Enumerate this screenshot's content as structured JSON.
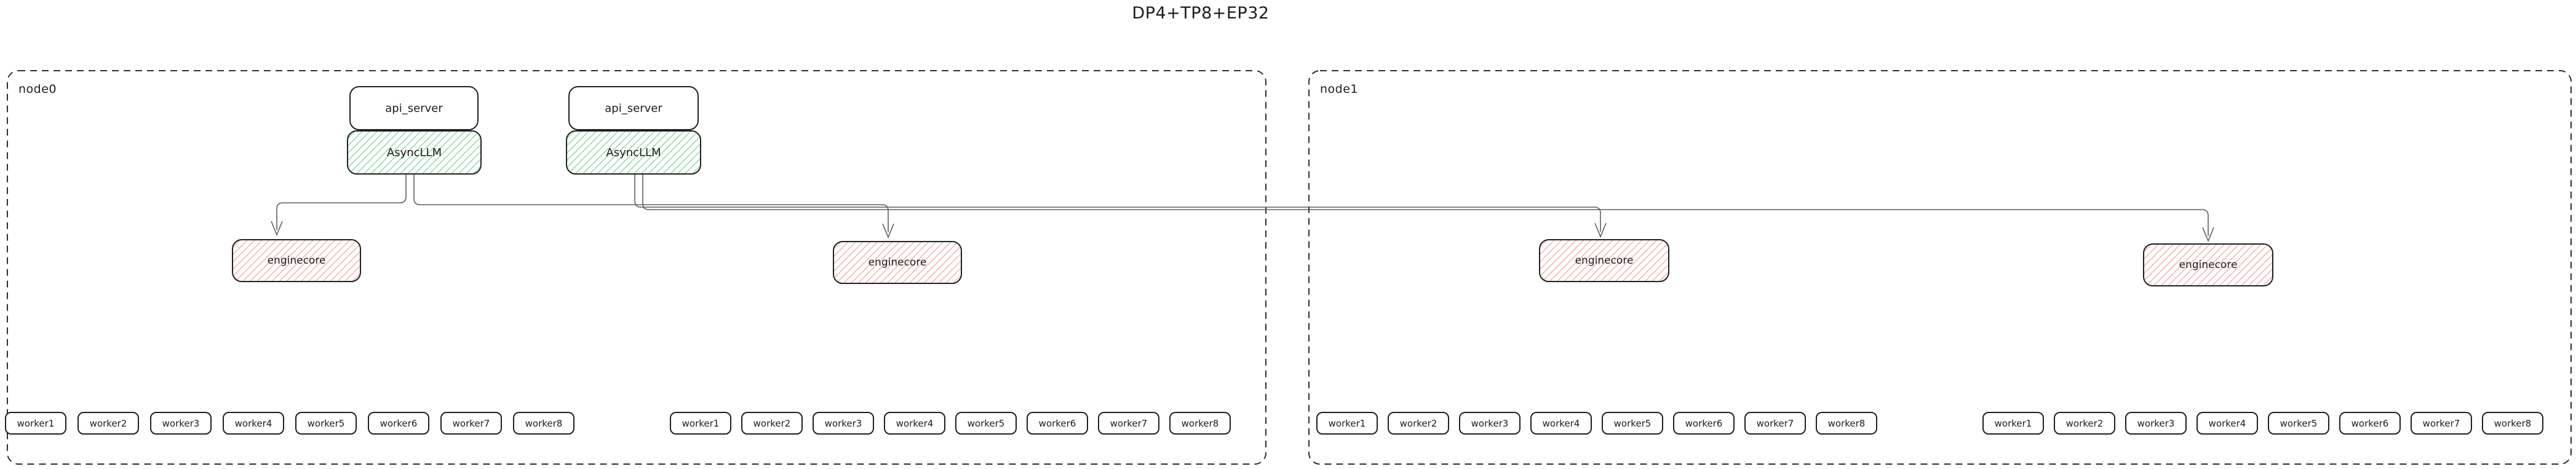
{
  "title": "DP4+TP8+EP32",
  "colors": {
    "c-line": "#5f5f5f",
    "c-border": "#1f1f1f",
    "c-async": "#8ad9a0",
    "c-engine": "#f2b0aa",
    "c-node": "#2e2e2e",
    "c-text": "#1c1c1c"
  },
  "nodes": [
    {
      "label": "node0"
    },
    {
      "label": "node1"
    }
  ],
  "stacks": [
    {
      "api": "api_server",
      "llm": "AsyncLLM"
    },
    {
      "api": "api_server",
      "llm": "AsyncLLM"
    }
  ],
  "enginecores": [
    {
      "label": "enginecore"
    },
    {
      "label": "enginecore"
    },
    {
      "label": "enginecore"
    },
    {
      "label": "enginecore"
    }
  ],
  "workers": [
    [
      "worker1",
      "worker2",
      "worker3",
      "worker4",
      "worker5",
      "worker6",
      "worker7",
      "worker8"
    ],
    [
      "worker1",
      "worker2",
      "worker3",
      "worker4",
      "worker5",
      "worker6",
      "worker7",
      "worker8"
    ],
    [
      "worker1",
      "worker2",
      "worker3",
      "worker4",
      "worker5",
      "worker6",
      "worker7",
      "worker8"
    ],
    [
      "worker1",
      "worker2",
      "worker3",
      "worker4",
      "worker5",
      "worker6",
      "worker7",
      "worker8"
    ]
  ]
}
